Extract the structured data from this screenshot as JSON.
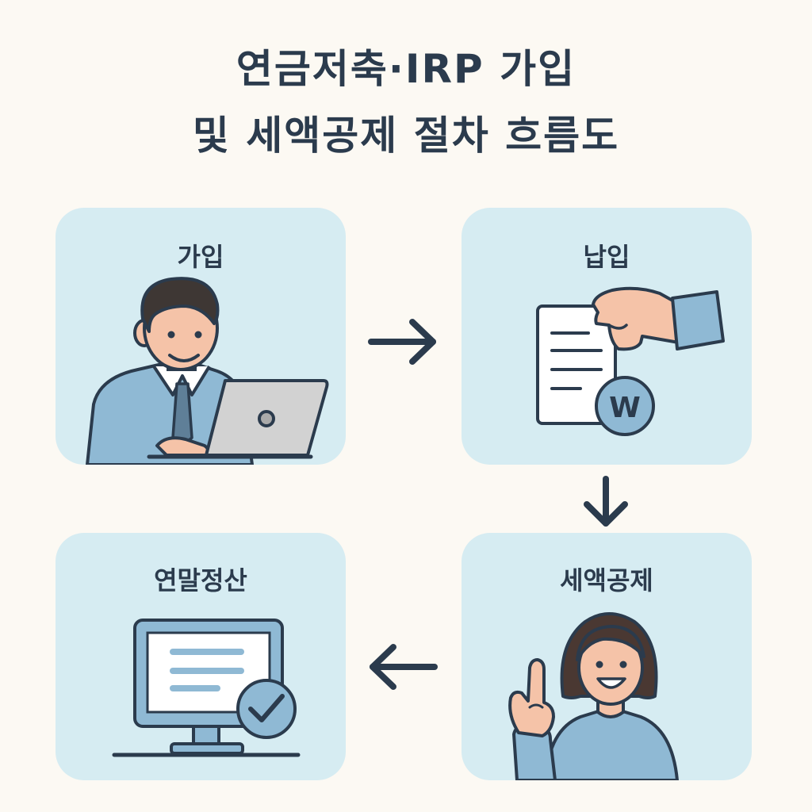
{
  "title": {
    "line1": "연금저축·IRP 가입",
    "line2": "및 세액공제 절차 흐름도"
  },
  "steps": [
    {
      "label": "가입",
      "icon": "man-laptop-icon"
    },
    {
      "label": "납입",
      "icon": "hand-document-coin-icon"
    },
    {
      "label": "연말정산",
      "icon": "monitor-check-icon"
    },
    {
      "label": "세액공제",
      "icon": "woman-pointing-icon"
    }
  ],
  "coin_letter": "W",
  "colors": {
    "background": "#fcf9f3",
    "card": "#d6ecf2",
    "ink": "#2b3b4d",
    "accent_blue": "#8fb9d4"
  }
}
